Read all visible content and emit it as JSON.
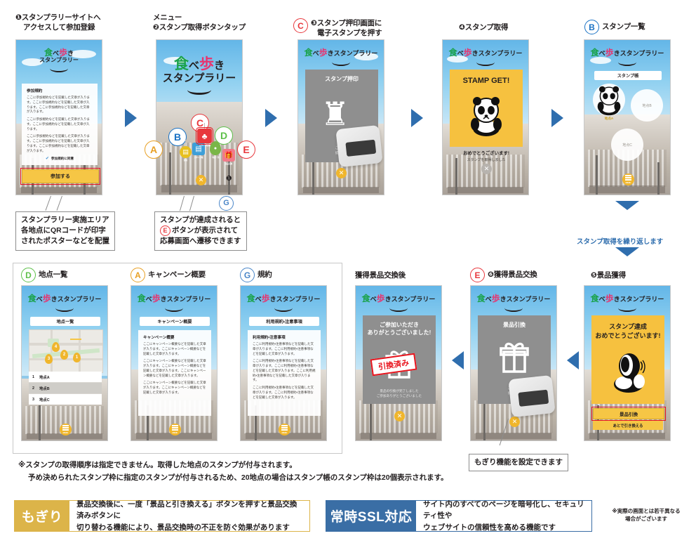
{
  "meta": {
    "brand_logo": {
      "part1": "食",
      "part2": "べ",
      "part3": "歩",
      "part4": "き",
      "part5": "スタンプラリー"
    }
  },
  "colors": {
    "accent_blue": "#2f6eae",
    "accent_yellow": "#f0b62c",
    "accent_red": "#e8131c",
    "green": "#1aa24b",
    "pink": "#e8336e",
    "grey_panel": "#8f8f8f",
    "gold": "#dcb449"
  },
  "row1": {
    "steps": [
      {
        "id": "step1",
        "badge": "",
        "num": "❶",
        "title_line1": "スタンプラリーサイトへ",
        "title_line2": "アクセスして参加登録"
      },
      {
        "id": "step2",
        "badge": "",
        "num": "❷",
        "title_line1": "メニュー",
        "title_line2": "スタンプ取得ボタンタップ"
      },
      {
        "id": "step3",
        "badge": "C",
        "num": "❸",
        "title_line1": "スタンプ押印画面に",
        "title_line2": "電子スタンプを押す"
      },
      {
        "id": "step4",
        "badge": "",
        "num": "❹",
        "title_line1": "スタンプ取得",
        "title_line2": ""
      },
      {
        "id": "step5",
        "badge": "B",
        "num": "",
        "title_line1": "スタンプ一覧",
        "title_line2": ""
      }
    ],
    "screen1": {
      "card_title": "参加規約",
      "card_p1": "ここに参加規約などを記載した文章が入ります。ここに参加規約などを記載した文章が入ります。ここに参加規約などを記載した文章が入ります。",
      "card_p2": "ここに参加規約などを記載した文章が入ります。ここに参加規約などを記載した文章が入ります。",
      "card_p3": "ここに参加規約などを記載した文章が入ります。ここに参加規約などを記載した文章が入ります。ここに参加規約などを記載した文章が入ります。",
      "checkbox_label": "参加規約に同意",
      "cta": "参加する"
    },
    "screen2": {
      "menu_items": [
        {
          "badge": "A",
          "label": "規約",
          "color": "#e8c020"
        },
        {
          "badge": "B",
          "label": "スタンプ帳",
          "color": "#3d9fd8"
        },
        {
          "badge": "C",
          "label": "スタンプ取得",
          "color": "#e8383d"
        },
        {
          "badge": "D",
          "label": "地点一覧",
          "color": "#7ab648"
        },
        {
          "badge": "E",
          "label": "景品交換",
          "color": "#f07a8a"
        }
      ],
      "close_label": "✕",
      "info_label": "❶",
      "info_badge": "G"
    },
    "screen3": {
      "panel_title": "スタンプ押印",
      "panel_sub1": "この画面",
      "panel_sub2": "提示して"
    },
    "screen4": {
      "headline": "STAMP GET!",
      "msg1": "おめでとうございます!",
      "msg2": "スタンプを取得しました"
    },
    "screen5": {
      "pill": "スタンプ帳",
      "stamps": [
        "地点A",
        "地点B",
        "地点C"
      ]
    },
    "callouts": [
      {
        "id": "co1",
        "line1": "スタンプラリー実施エリア",
        "line2": "各地点にQRコードが印字",
        "line3": "されたポスターなどを配置"
      },
      {
        "id": "co2",
        "line1": "スタンプが達成されると",
        "line2_pre": "",
        "line2_badge": "E",
        "line2": "ボタンが表示されて",
        "line3": "応募画面へ遷移できます"
      }
    ],
    "repeat_label": "スタンプ取得を繰り返します"
  },
  "row2": {
    "steps": [
      {
        "id": "d",
        "badge": "D",
        "label": "地点一覧"
      },
      {
        "id": "a",
        "badge": "A",
        "label": "キャンペーン概要"
      },
      {
        "id": "g",
        "badge": "G",
        "label": "規約"
      },
      {
        "id": "after",
        "badge": "",
        "label": "獲得景品交換後"
      },
      {
        "id": "e",
        "badge": "E",
        "num": "❻",
        "label": "獲得景品交換"
      },
      {
        "id": "prize",
        "badge": "",
        "num": "❺",
        "label": "景品獲得"
      }
    ],
    "screen_d": {
      "pill": "地点一覧",
      "rows": [
        {
          "no": "1",
          "name": "地点A"
        },
        {
          "no": "2",
          "name": "地点B"
        },
        {
          "no": "3",
          "name": "地点C"
        }
      ],
      "pins": [
        "1",
        "2",
        "3",
        "4"
      ]
    },
    "screen_a": {
      "pill": "キャンペーン概要",
      "card_title": "キャンペーン概要",
      "p1": "ここにキャンペーン概要などを記載した文章が入ります。ここにキャンペーン概要などを記載した文章が入ります。",
      "p2": "ここにキャンペーン概要などを記載した文章が入ります。ここにキャンペーン概要などを記載した文章が入ります。ここにキャンペーン概要などを記載した文章が入ります。",
      "p3": "ここにキャンペーン概要などを記載した文章が入ります。ここにキャンペーン概要などを記載した文章が入ります。"
    },
    "screen_g": {
      "pill": "利用規約・注意事項",
      "card_title": "利用規約・注意事項",
      "p1": "ここに利用規約・注意事項などを記載した文章が入ります。ここに利用規約・注意事項などを記載した文章が入ります。",
      "p2": "ここに利用規約・注意事項などを記載した文章が入ります。ここに利用規約・注意事項などを記載した文章が入ります。ここに利用規約・注意事項などを記載した文章が入ります。",
      "p3": "ここに利用規約・注意事項などを記載した文章が入ります。ここに利用規約・注意事項などを記載した文章が入ります。"
    },
    "screen_after": {
      "title1": "ご参加いただき",
      "title2": "ありがとうございました!",
      "stamp_text": "引換済み",
      "sub1": "景品の引換が完了しました",
      "sub2": "ご参加ありがとうございました"
    },
    "screen_e": {
      "panel_title": "景品引換",
      "sub1": "この画面",
      "sub2": "提示して"
    },
    "screen_prize": {
      "title1": "スタンプ達成",
      "title2": "おめでとうございます!",
      "btn_primary": "景品引換",
      "btn_secondary": "あとで引き換える"
    },
    "callout_mogiri": "もぎり機能を設定できます"
  },
  "notes": {
    "line1": "※スタンプの取得順序は指定できません。取得した地点のスタンプが付与されます。",
    "line2": "予め決められたスタンプ枠に指定のスタンプが付与されるため、20地点の場合はスタンプ帳のスタンプ枠は20個表示されます。"
  },
  "footer": {
    "banner1": {
      "key": "もぎり",
      "line1": "景品交換後に、一度「景品と引き換える」ボタンを押すと景品交換済みボタンに",
      "line2": "切り替わる機能により、景品交換時の不正を防ぐ効果があります"
    },
    "banner2": {
      "key": "常時SSL対応",
      "line1": "サイト内のすべてのページを暗号化し、セキュリティ性や",
      "line2": "ウェブサイトの信頼性を高める機能です"
    },
    "disclaimer1": "※実際の画面とは若干異なる",
    "disclaimer2": "場合がございます"
  }
}
